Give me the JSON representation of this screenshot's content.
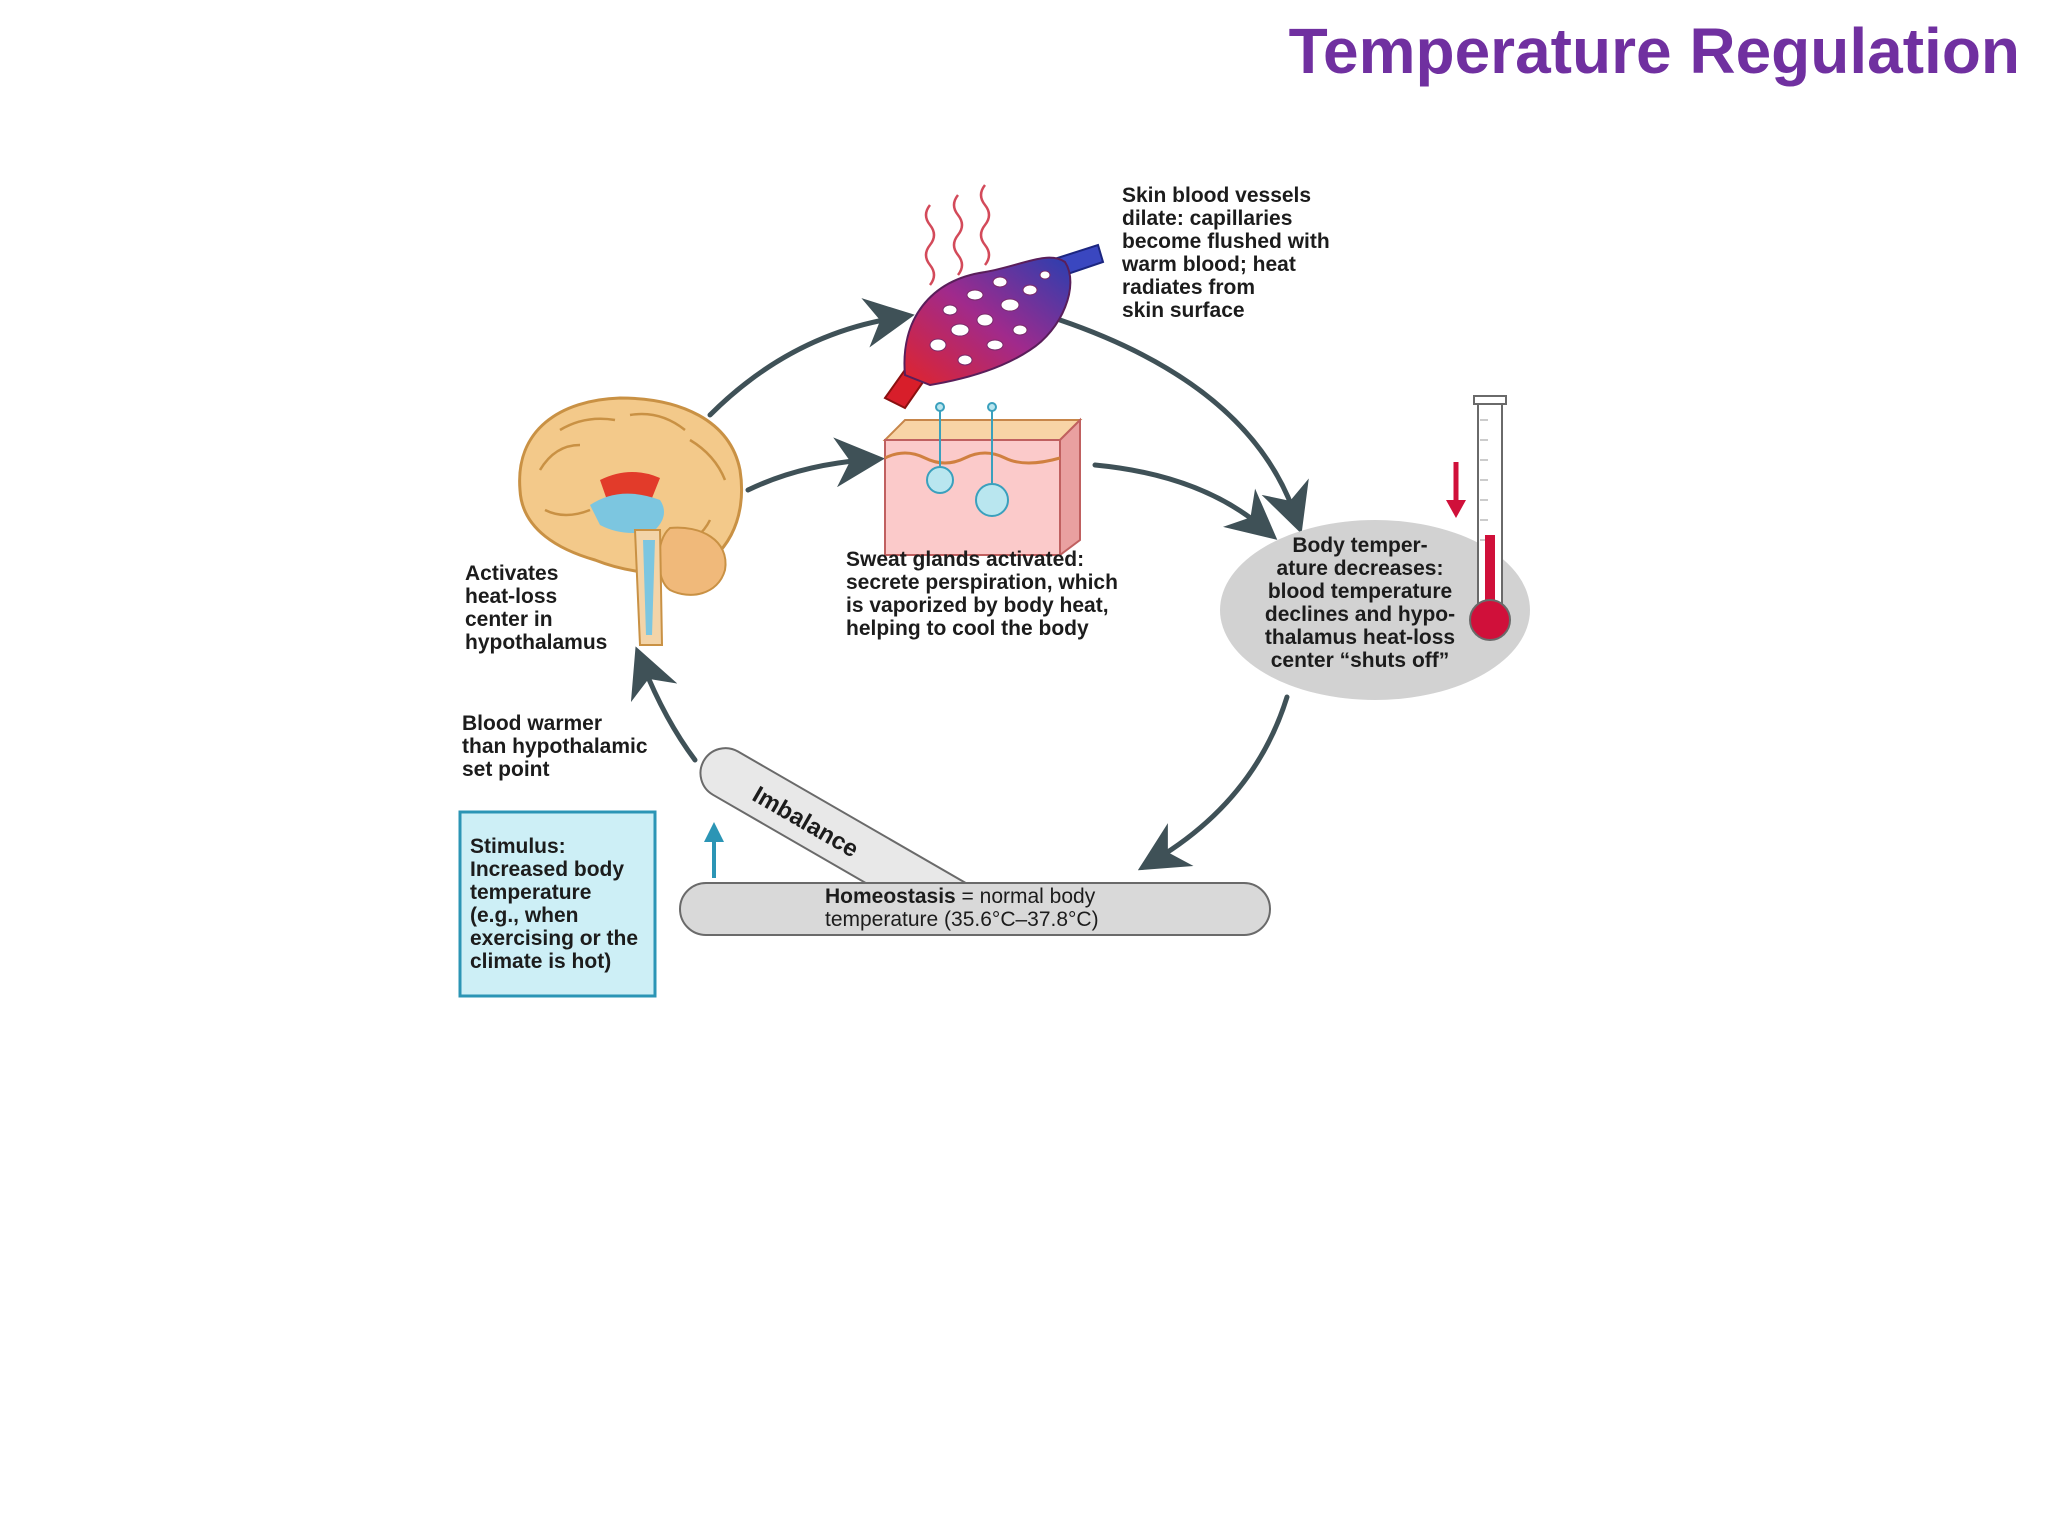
{
  "title": "Temperature Regulation",
  "labels": {
    "skin_vessels": [
      "Skin blood vessels",
      "dilate: capillaries",
      "become flushed with",
      "warm blood; heat",
      "radiates from",
      "skin surface"
    ],
    "sweat_glands": [
      "Sweat glands activated:",
      "secrete perspiration, which",
      "is vaporized by body heat,",
      "helping to cool the body"
    ],
    "activates": [
      "Activates",
      "heat-loss",
      "center in",
      "hypothalamus"
    ],
    "body_temp": [
      "Body temper-",
      "ature decreases:",
      "blood temperature",
      "declines and hypo-",
      "thalamus heat-loss",
      "center “shuts off”"
    ],
    "blood_warmer": [
      "Blood warmer",
      "than hypothalamic",
      "set point"
    ],
    "stimulus": [
      "Stimulus:",
      "Increased body",
      "temperature",
      "(e.g., when",
      "exercising or the",
      "climate is hot)"
    ],
    "imbalance": "Imbalance",
    "homeostasis_term": "Homeostasis",
    "homeostasis_rest": " = normal body",
    "homeostasis_line2": "temperature (35.6°C–37.8°C)"
  },
  "colors": {
    "title": "#7030a0",
    "arrow": "#3f5157",
    "stimulus_fill": "#cdeff6",
    "stimulus_border": "#2b95b5",
    "ellipse_fill": "#d2d2d2",
    "red": "#d0103a"
  }
}
